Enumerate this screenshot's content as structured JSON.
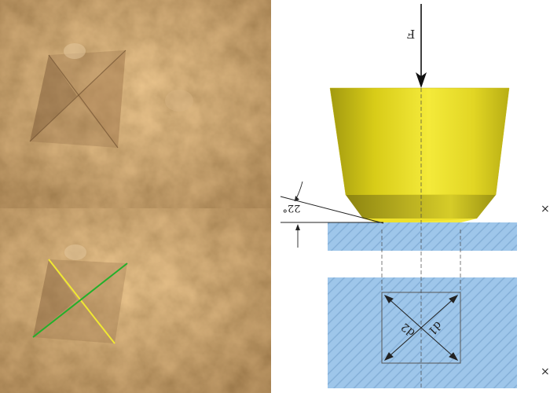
{
  "diagram": {
    "force_label": "F",
    "angle_label": "22°",
    "diag1_label": "d1",
    "diag2_label": "d2",
    "side_marker": "×",
    "colors": {
      "indenter": "#e8dc1c",
      "specimen": "#9ec6ea",
      "hatch": "#7fa8cc",
      "diag_marks": [
        "#f0e832",
        "#22b02a"
      ]
    }
  }
}
